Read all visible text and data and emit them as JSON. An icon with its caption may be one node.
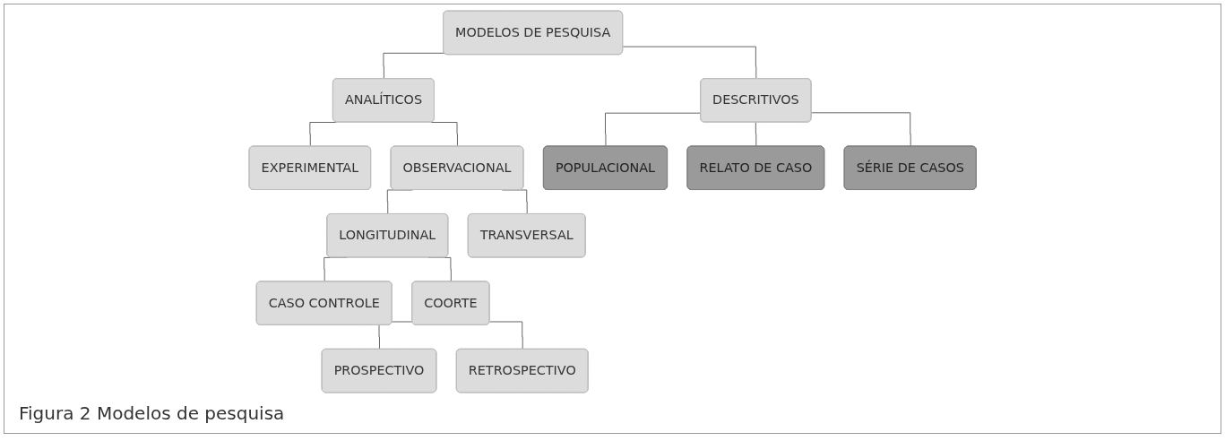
{
  "diagram": {
    "caption": "Figura 2 Modelos de pesquisa",
    "nodes": [
      {
        "text": [
          "MODELOS DE PESQUISA"
        ]
      },
      {
        "text": [
          "ANALÍTICOS"
        ]
      },
      {
        "text": [
          "DESCRITIVOS"
        ]
      },
      {
        "text": [
          "EXPERIMENTAL"
        ]
      },
      {
        "text": [
          "OBSERVACIONAL"
        ]
      },
      {
        "text": [
          "POPULACIONAL"
        ]
      },
      {
        "text": [
          "RELATO DE CASO"
        ]
      },
      {
        "text": [
          "SÉRIE DE CASOS"
        ]
      },
      {
        "text": [
          "LONGITUDINAL"
        ]
      },
      {
        "text": [
          "TRANSVERSAL"
        ]
      },
      {
        "text": [
          "CASO CONTROLE"
        ]
      },
      {
        "text": [
          "COORTE"
        ]
      },
      {
        "text": [
          "PROSPECTIVO"
        ]
      },
      {
        "text": [
          "RETROSPECTIVO"
        ]
      }
    ],
    "edges": [
      {
        "from": 0,
        "to": 1,
        "arrow": "none"
      },
      {
        "from": 0,
        "to": 2,
        "arrow": "none"
      },
      {
        "from": 1,
        "to": 3,
        "arrow": "none"
      },
      {
        "from": 1,
        "to": 4,
        "arrow": "none"
      },
      {
        "from": 2,
        "to": 5,
        "arrow": "none"
      },
      {
        "from": 2,
        "to": 6,
        "arrow": "none"
      },
      {
        "from": 2,
        "to": 7,
        "arrow": "none"
      },
      {
        "from": 4,
        "to": 8,
        "arrow": "none"
      },
      {
        "from": 4,
        "to": 9,
        "arrow": "none"
      },
      {
        "from": 8,
        "to": 10,
        "arrow": "none"
      },
      {
        "from": 8,
        "to": 11,
        "arrow": "none"
      },
      {
        "from": 11,
        "to": 12,
        "arrow": "none"
      },
      {
        "from": 11,
        "to": 13,
        "arrow": "none"
      }
    ]
  }
}
